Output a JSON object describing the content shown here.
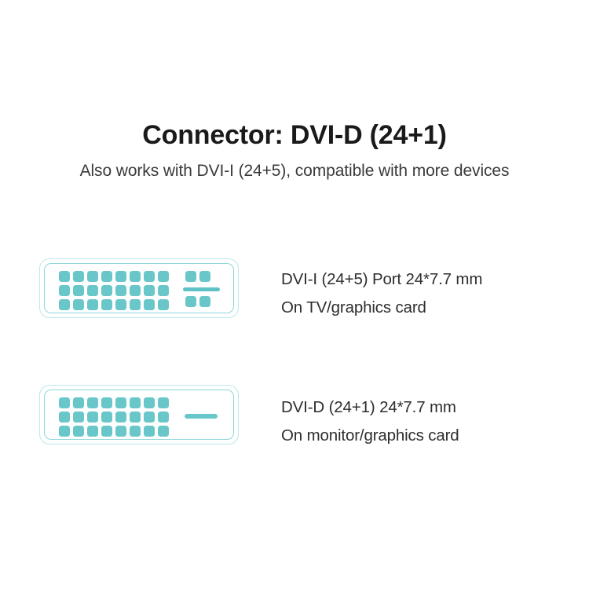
{
  "page": {
    "background_color": "#ffffff",
    "title": "Connector: DVI-D (24+1)",
    "subtitle": "Also works with DVI-I (24+5), compatible with more devices"
  },
  "colors": {
    "pin_teal": "#6ac7c9",
    "shell_outer": "#bfe7e8",
    "shell_inner": "#8fd6d9",
    "title_text": "#1a1a1a",
    "body_text": "#2e2e2e"
  },
  "connectors": [
    {
      "id": "dvi-i",
      "icon_name": "dvi-i-connector-icon",
      "digital_pin_rows": 3,
      "digital_pin_columns": 8,
      "digital_pin_count": 24,
      "analog_pin_count": 4,
      "has_flat_blade": true,
      "blade_style": "wide-crossbar",
      "caption_line_1": "DVI-I (24+5) Port 24*7.7 mm",
      "caption_line_2": "On TV/graphics card"
    },
    {
      "id": "dvi-d",
      "icon_name": "dvi-d-connector-icon",
      "digital_pin_rows": 3,
      "digital_pin_columns": 8,
      "digital_pin_count": 24,
      "analog_pin_count": 0,
      "has_flat_blade": true,
      "blade_style": "single-bar",
      "caption_line_1": "DVI-D (24+1) 24*7.7 mm",
      "caption_line_2": "On monitor/graphics card"
    }
  ]
}
